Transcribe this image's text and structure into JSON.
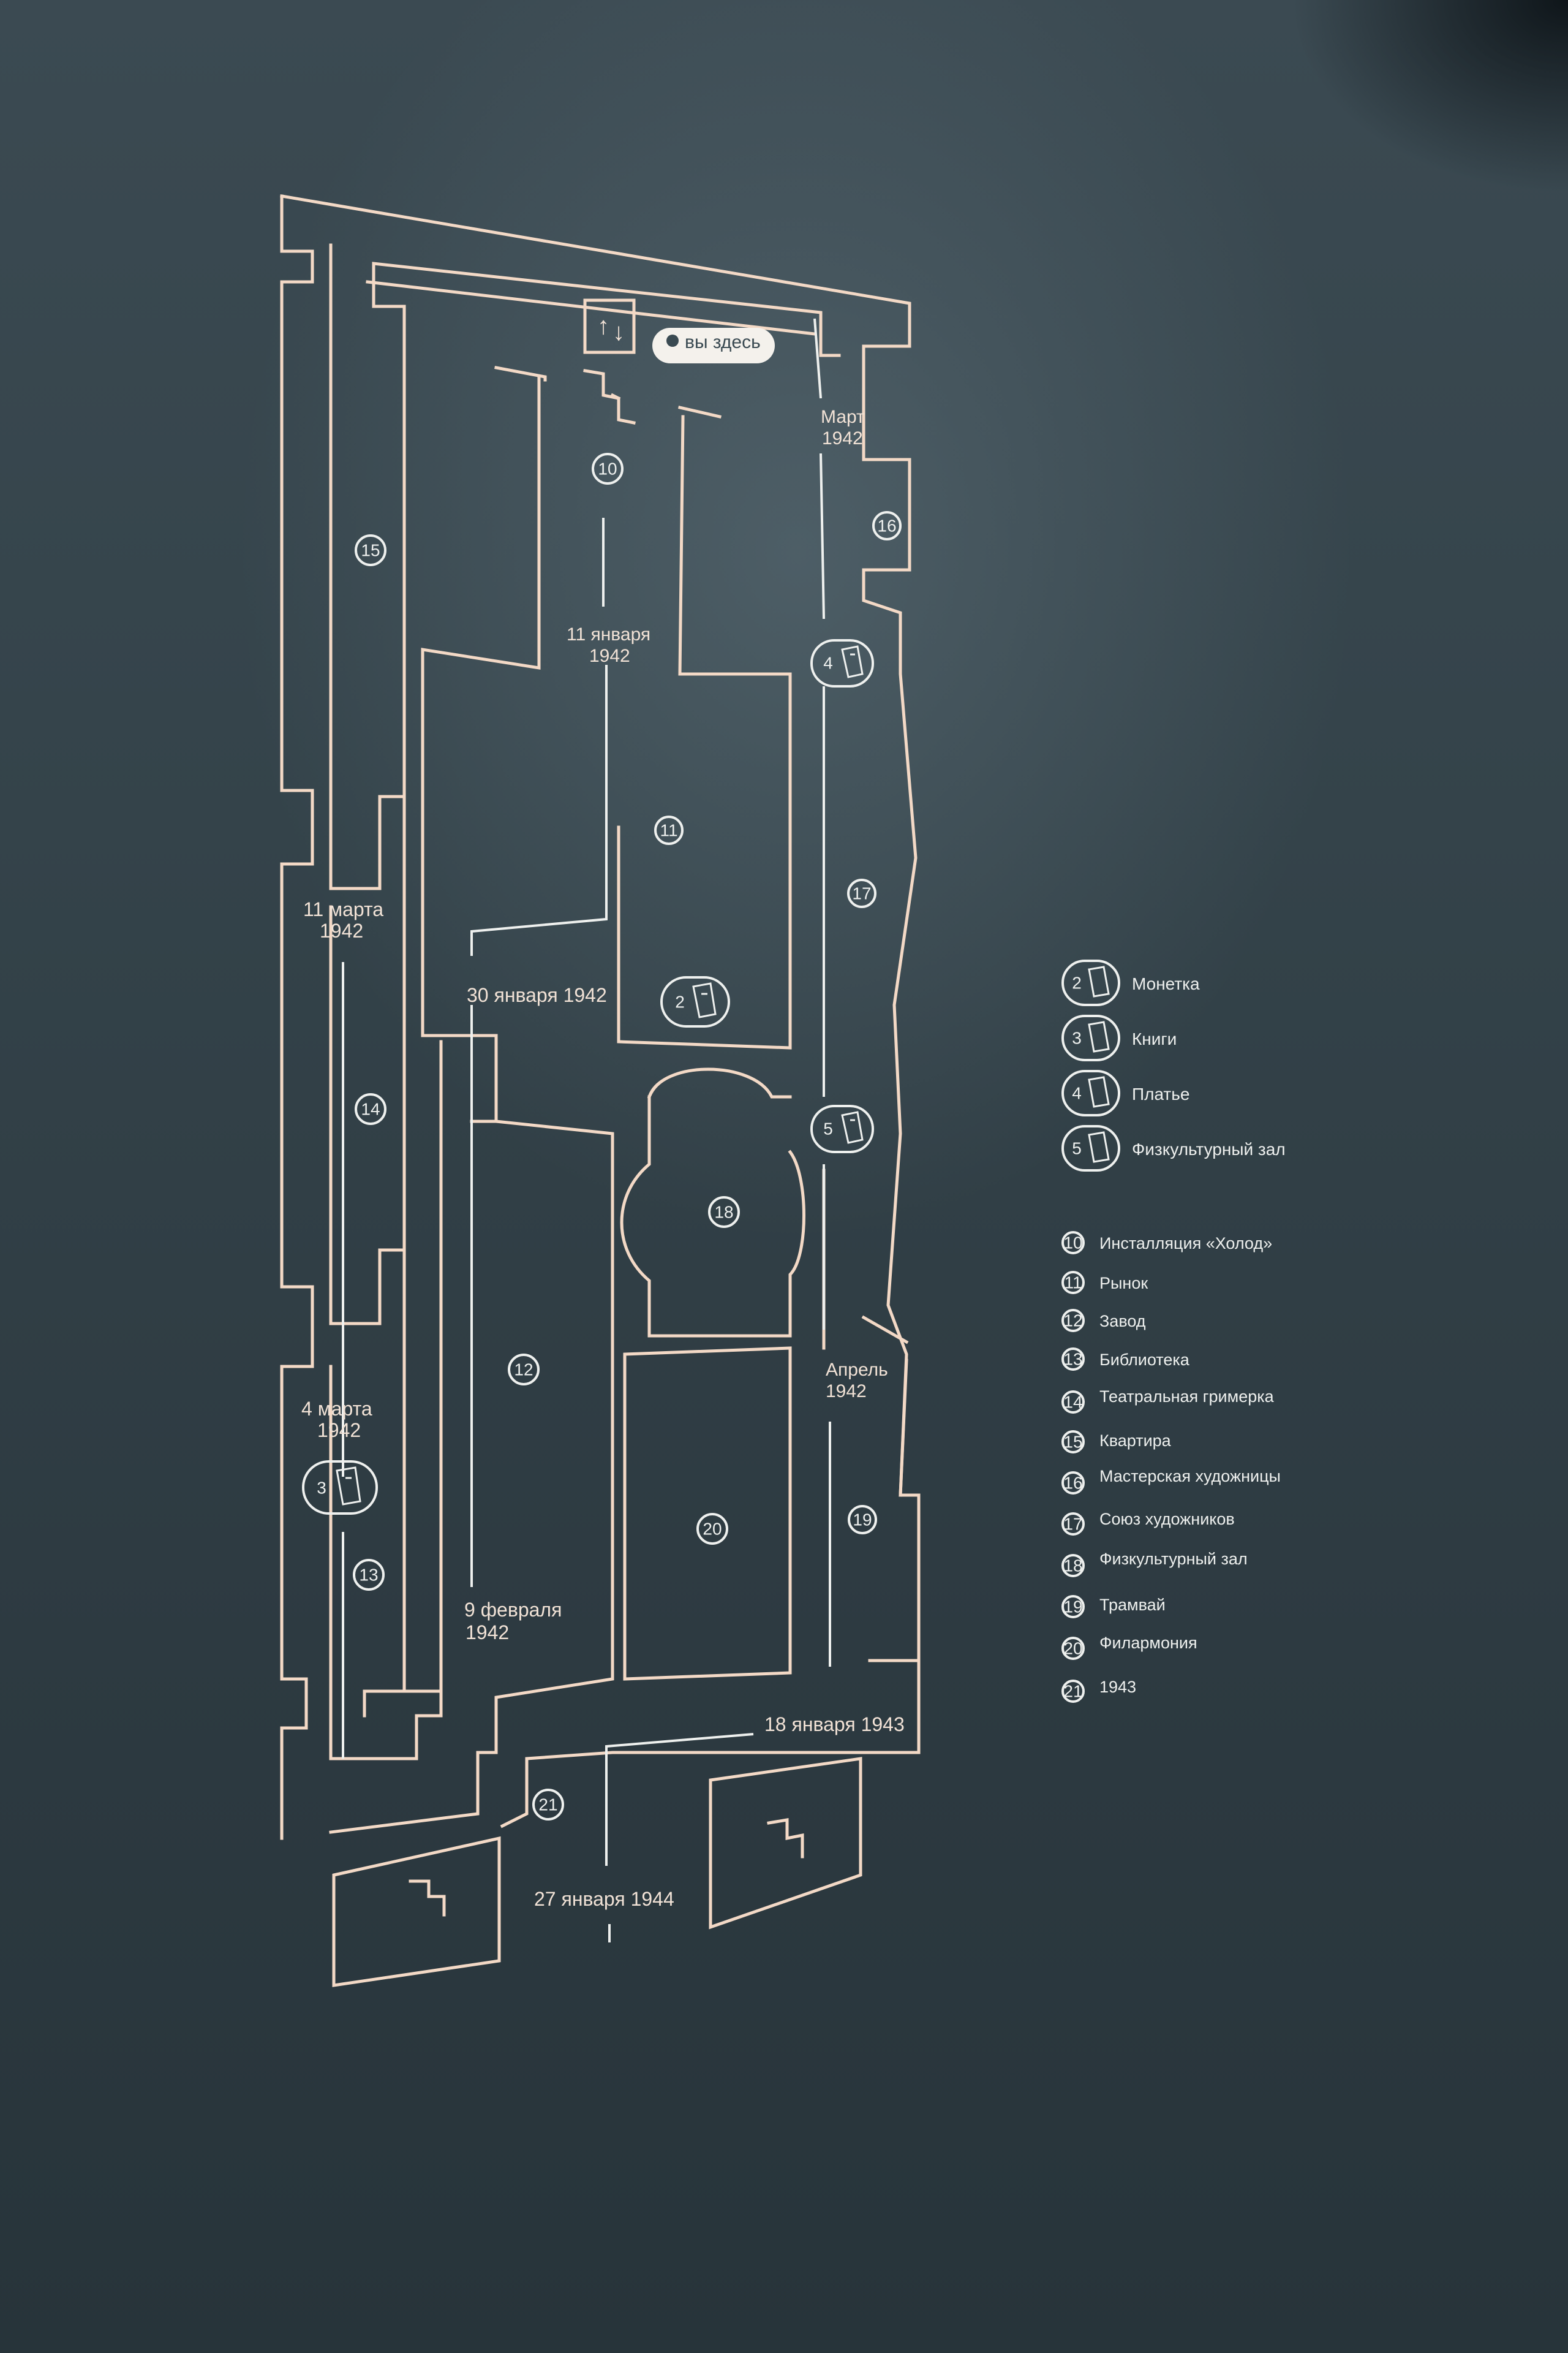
{
  "map": {
    "you_are_here": "вы здесь",
    "dates": {
      "march_1942_a": "Март",
      "march_1942_b": "1942",
      "jan11_a": "11 января",
      "jan11_b": "1942",
      "mar11_a": "11 марта",
      "mar11_b": "1942",
      "jan30": "30 января 1942",
      "mar4_a": "4 марта",
      "mar4_b": "1942",
      "feb9_a": "9 февраля",
      "feb9_b": "1942",
      "apr_a": "Апрель",
      "apr_b": "1942",
      "jan18_1943": "18 января 1943",
      "jan27_1944": "27 января 1944"
    },
    "room_numbers": [
      "10",
      "11",
      "12",
      "13",
      "14",
      "15",
      "16",
      "17",
      "18",
      "19",
      "20",
      "21"
    ],
    "card_numbers": [
      "2",
      "3",
      "4",
      "5"
    ]
  },
  "legend_cards": [
    {
      "num": "2",
      "label": "Монетка"
    },
    {
      "num": "3",
      "label": "Книги"
    },
    {
      "num": "4",
      "label": "Платье"
    },
    {
      "num": "5",
      "label": "Физкультурный зал"
    }
  ],
  "legend_rooms": [
    {
      "num": "10",
      "label": "Инсталляция «Холод»"
    },
    {
      "num": "11",
      "label": "Рынок"
    },
    {
      "num": "12",
      "label": "Завод"
    },
    {
      "num": "13",
      "label": "Библиотека"
    },
    {
      "num": "14",
      "label": "Театральная гримерка"
    },
    {
      "num": "15",
      "label": "Квартира"
    },
    {
      "num": "16",
      "label": "Мастерская художницы"
    },
    {
      "num": "17",
      "label": "Союз художников"
    },
    {
      "num": "18",
      "label": "Физкультурный зал"
    },
    {
      "num": "19",
      "label": "Трамвай"
    },
    {
      "num": "20",
      "label": "Филармония"
    },
    {
      "num": "21",
      "label": "1943"
    }
  ],
  "colors": {
    "wall": "#2e3c43",
    "plan_line": "#f3d9c6",
    "label": "#eef0ee"
  }
}
